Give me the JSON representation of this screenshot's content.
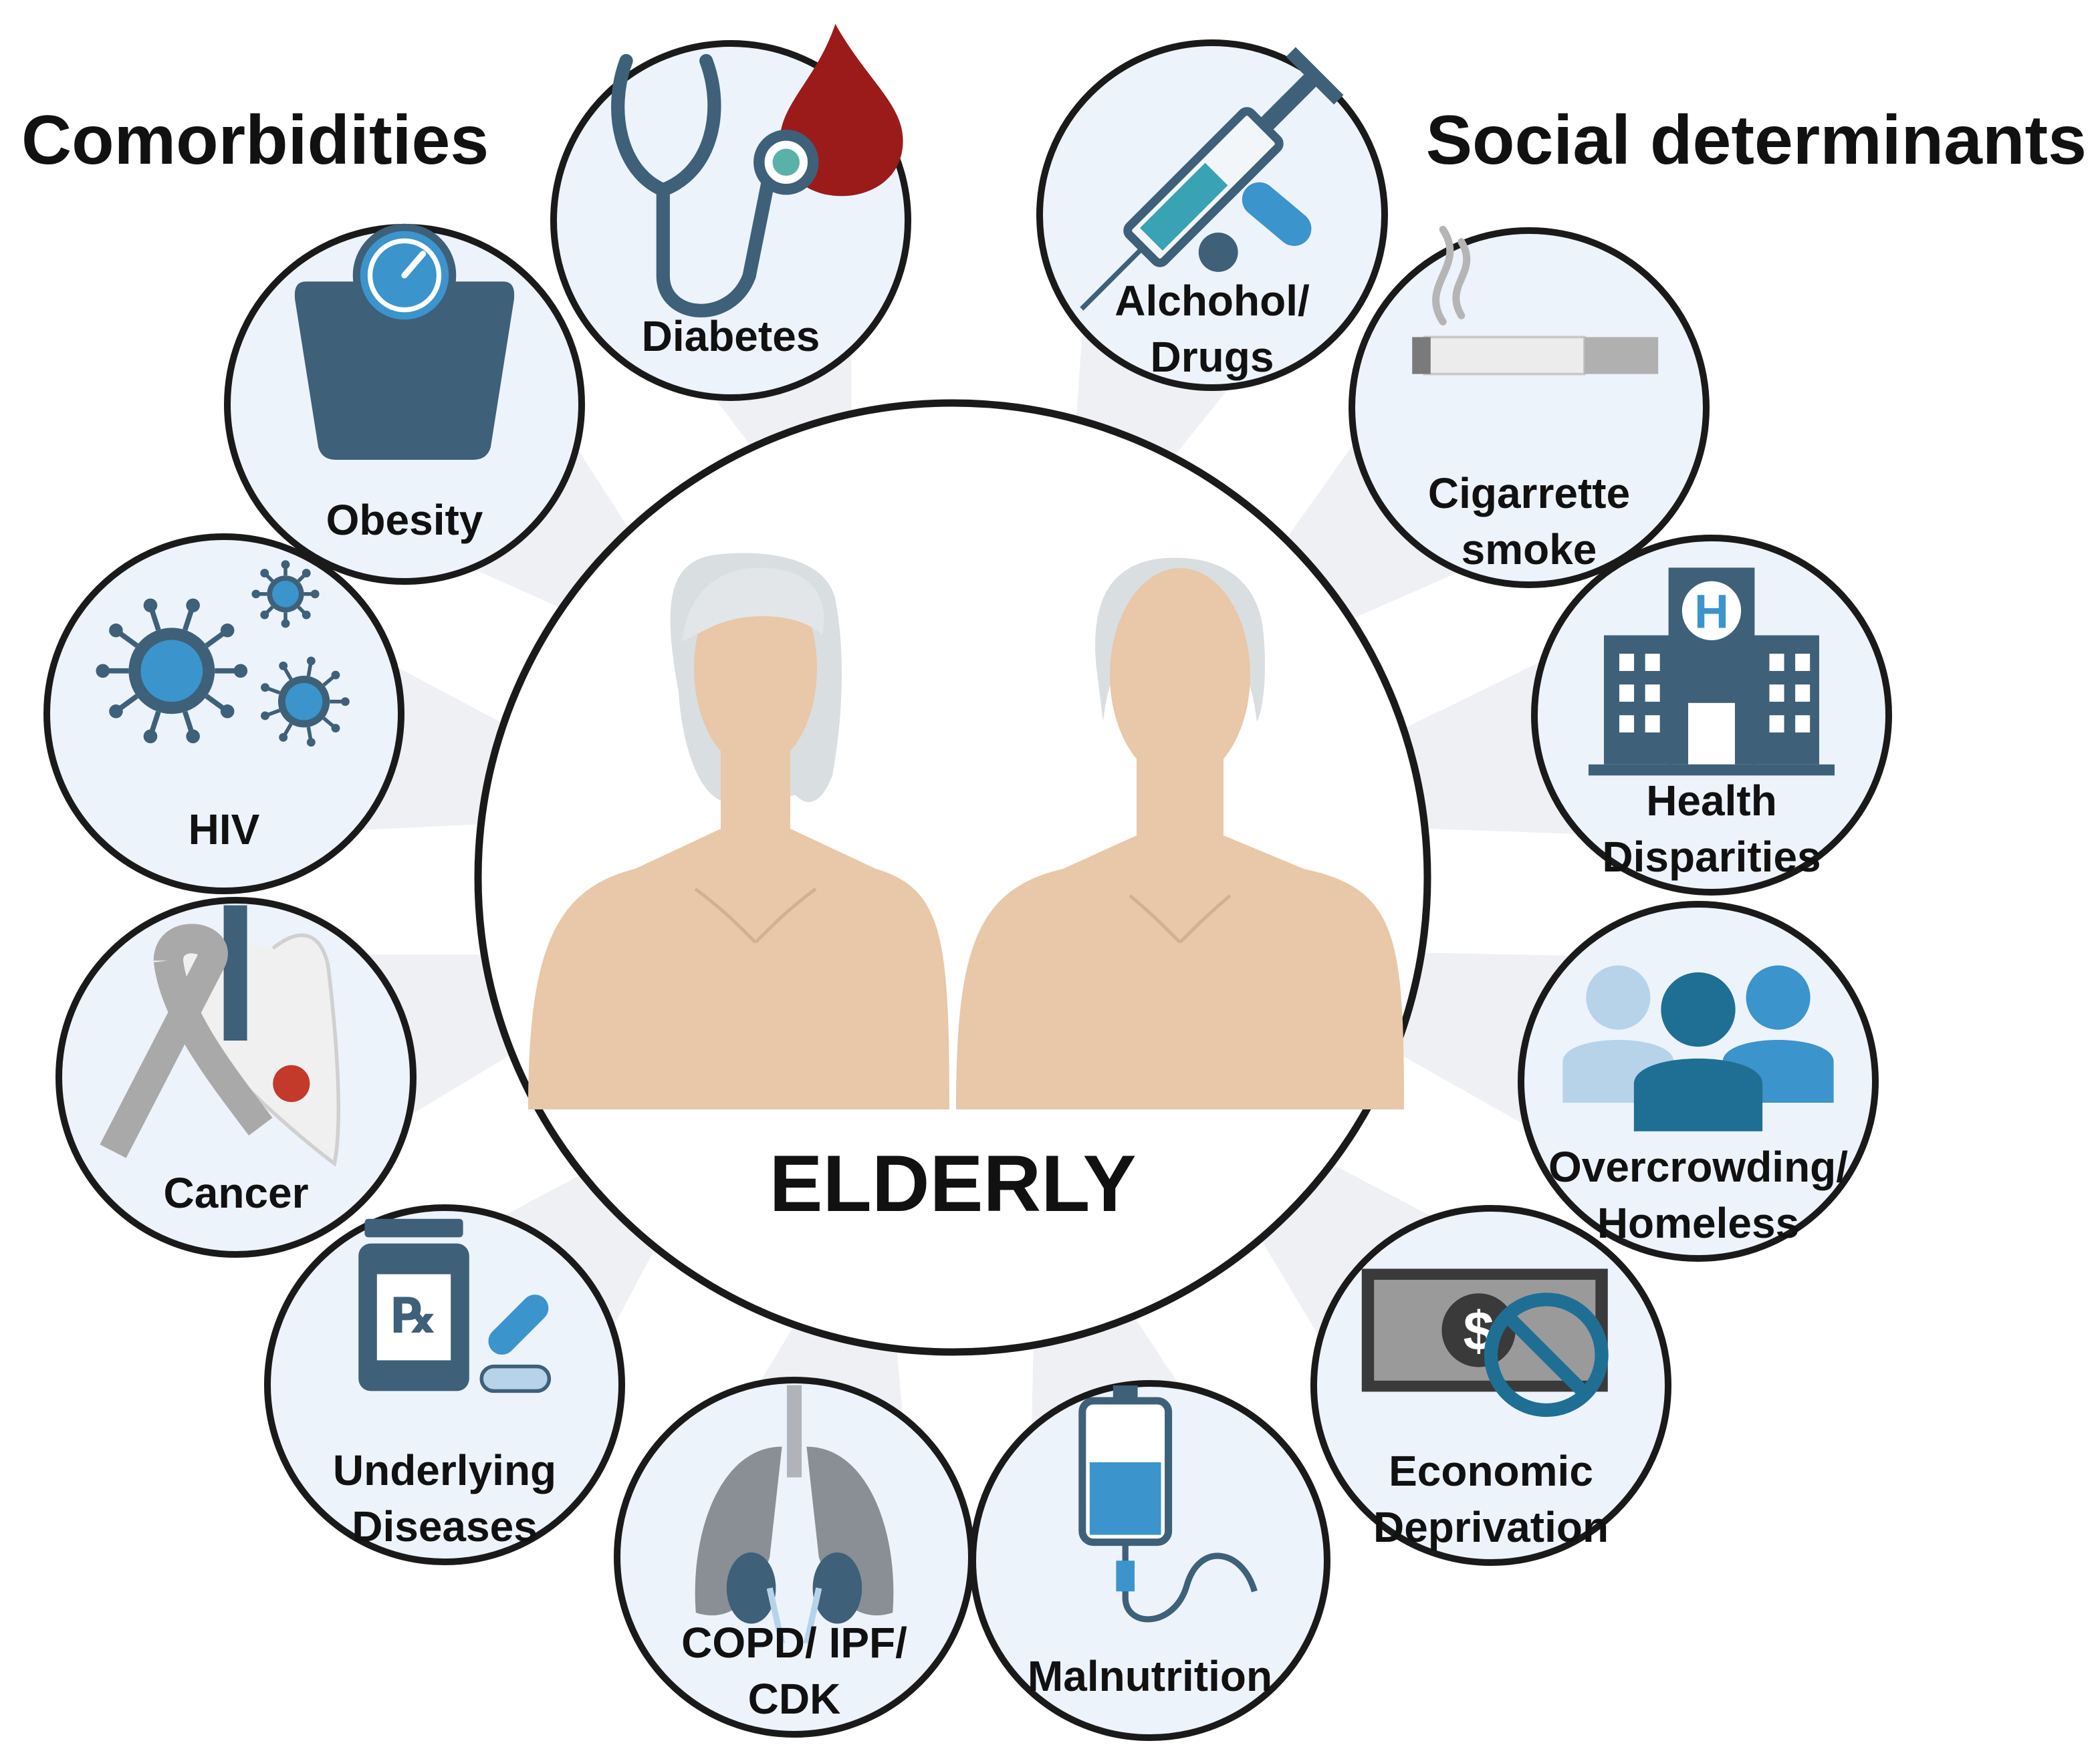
{
  "headings": {
    "left": "Comorbidities",
    "right": "Social determinants"
  },
  "center": {
    "label": "ELDERLY",
    "figures": [
      "woman-silhouette",
      "man-silhouette"
    ]
  },
  "comorbidities": [
    {
      "id": "diabetes",
      "lines": [
        "Diabetes"
      ],
      "icon": "stethoscope-blood-drop-icon"
    },
    {
      "id": "obesity",
      "lines": [
        "Obesity"
      ],
      "icon": "weight-scale-icon"
    },
    {
      "id": "hiv",
      "lines": [
        "HIV"
      ],
      "icon": "virus-icon"
    },
    {
      "id": "cancer",
      "lines": [
        "Cancer"
      ],
      "icon": "cancer-ribbon-lung-icon"
    },
    {
      "id": "underlying-diseases",
      "lines": [
        "Underlying",
        "Diseases"
      ],
      "icon": "prescription-pills-icon"
    },
    {
      "id": "copd-ipf-cdk",
      "lines": [
        "COPD/ IPF/",
        "CDK"
      ],
      "icon": "lungs-kidneys-icon"
    }
  ],
  "social_determinants": [
    {
      "id": "alcohol-drugs",
      "lines": [
        "Alchohol/",
        "Drugs"
      ],
      "icon": "syringe-pills-icon"
    },
    {
      "id": "cigarette-smoke",
      "lines": [
        "Cigarrette",
        "smoke"
      ],
      "icon": "cigarette-smoke-icon"
    },
    {
      "id": "health-disparities",
      "lines": [
        "Health",
        "Disparities"
      ],
      "icon": "hospital-building-icon"
    },
    {
      "id": "overcrowding-homeless",
      "lines": [
        "Overcrowding/",
        "Homeless"
      ],
      "icon": "people-group-icon"
    },
    {
      "id": "economic-deprivation",
      "lines": [
        "Economic",
        "Deprivation"
      ],
      "icon": "money-prohibited-icon"
    },
    {
      "id": "malnutrition",
      "lines": [
        "Malnutrition"
      ],
      "icon": "iv-drip-bag-icon"
    }
  ],
  "colors": {
    "node_fill": "#edf3fb",
    "outline": "#1a1a1a",
    "navy": "#3e6078",
    "blue": "#3b94cc",
    "light_blue": "#b7d3ea",
    "blood": "#9b1b1b",
    "skin": "#e8c8a8",
    "hair": "#d4d9dc",
    "grey": "#a9a9a9",
    "ray": "#eef0f4"
  }
}
